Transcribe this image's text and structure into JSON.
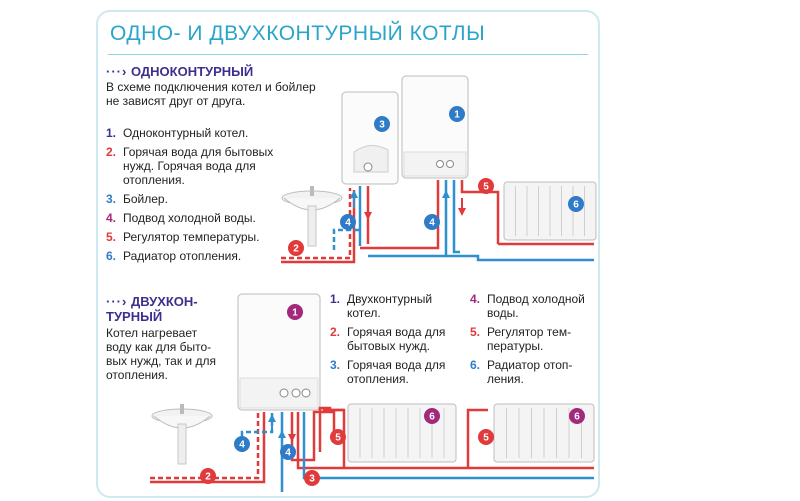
{
  "title": "ОДНО- И ДВУХКОНТУРНЫЙ КОТЛЫ",
  "single": {
    "heading_arrow": "···›",
    "heading": "ОДНОКОНТУРНЫЙ",
    "desc_lines": [
      "В схеме подключения котел и бойлер",
      "не зависят друг от друга."
    ],
    "items": [
      {
        "num": "1.",
        "lines": [
          "Одноконтурный котел."
        ]
      },
      {
        "num": "2.",
        "lines": [
          "Горячая вода для бытовых",
          "нужд. Горячая вода для",
          "отопления."
        ]
      },
      {
        "num": "3.",
        "lines": [
          "Бойлер."
        ]
      },
      {
        "num": "4.",
        "lines": [
          "Подвод холодной воды."
        ]
      },
      {
        "num": "5.",
        "lines": [
          "Регулятор температуры."
        ]
      },
      {
        "num": "6.",
        "lines": [
          "Радиатор отопления."
        ]
      }
    ]
  },
  "double": {
    "heading_arrow": "···›",
    "heading_lines": [
      "ДВУХКОН-",
      "ТУРНЫЙ"
    ],
    "desc_lines": [
      "Котел нагревает",
      "воду как для быто-",
      "вых нужд, так и для",
      "отопления."
    ],
    "items_col1": [
      {
        "num": "1.",
        "lines": [
          "Двухконтурный",
          "котел."
        ]
      },
      {
        "num": "2.",
        "lines": [
          "Горячая вода для",
          "бытовых нужд."
        ]
      },
      {
        "num": "3.",
        "lines": [
          "Горячая вода для",
          "отопления."
        ]
      }
    ],
    "items_col2": [
      {
        "num": "4.",
        "lines": [
          "Подвод холодной",
          "воды."
        ]
      },
      {
        "num": "5.",
        "lines": [
          "Регулятор тем-",
          "пературы."
        ]
      },
      {
        "num": "6.",
        "lines": [
          "Радиатор отоп-",
          "ления."
        ]
      }
    ]
  },
  "badges": {
    "boiler_top": "3",
    "boiler1_top": "1",
    "cold_top": "4",
    "hot_top": "2",
    "cold_top_right": "4",
    "regulator_top": "5",
    "radiator_top": "6",
    "boiler_bottom": "1",
    "cold_bottom": "4",
    "cold_bottom_2": "4",
    "hot_bottom": "2",
    "heat_bottom": "3",
    "regulator_bottom_1": "5",
    "radiator_bottom_1": "6",
    "regulator_bottom_2": "5",
    "radiator_bottom_2": "6"
  },
  "colors": {
    "accent": "#2aa5c9",
    "heading": "#3f2e8e",
    "badge_blue": "#2f7bc7",
    "badge_purple": "#a2297d",
    "badge_red": "#e03a3a",
    "pipe_red": "#e03a3a",
    "pipe_blue": "#2f8fcf"
  }
}
